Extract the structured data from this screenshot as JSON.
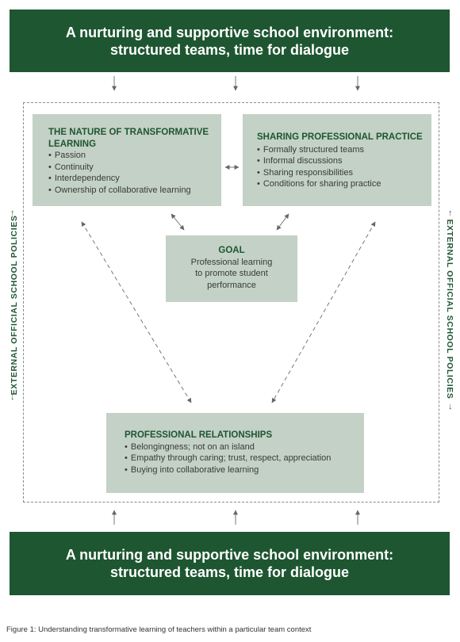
{
  "top_banner": {
    "line1": "A nurturing and supportive school environment:",
    "line2": "structured teams, time for dialogue"
  },
  "bottom_banner": {
    "line1": "A nurturing and supportive school environment:",
    "line2": "structured teams, time for dialogue"
  },
  "nature_box": {
    "title_line1": "THE NATURE OF TRANSFORMATIVE",
    "title_line2": "LEARNING",
    "items": [
      "Passion",
      "Continuity",
      "Interdependency",
      "Ownership of collaborative learning"
    ]
  },
  "sharing_box": {
    "title": "SHARING PROFESSIONAL PRACTICE",
    "items": [
      "Formally structured teams",
      "Informal discussions",
      "Sharing responsibilities",
      "Conditions for sharing practice"
    ]
  },
  "goal_box": {
    "title": "GOAL",
    "line1": "Professional learning",
    "line2": "to promote student",
    "line3": "performance"
  },
  "relationships_box": {
    "title": "PROFESSIONAL RELATIONSHIPS",
    "items": [
      "Belongingness; not on an island",
      "Empathy through caring; trust, respect, appreciation",
      "Buying into collaborative learning"
    ]
  },
  "side_labels": {
    "left": "EXTERNAL OFFICIAL SCHOOL POLICIES",
    "right": "EXTERNAL OFFICIAL SCHOOL POLICIES"
  },
  "caption": "Figure 1: Understanding transformative learning of teachers within a particular team context",
  "colors": {
    "banner": "#1e5631",
    "box": "#c3d1c6",
    "heading": "#1e5631"
  }
}
